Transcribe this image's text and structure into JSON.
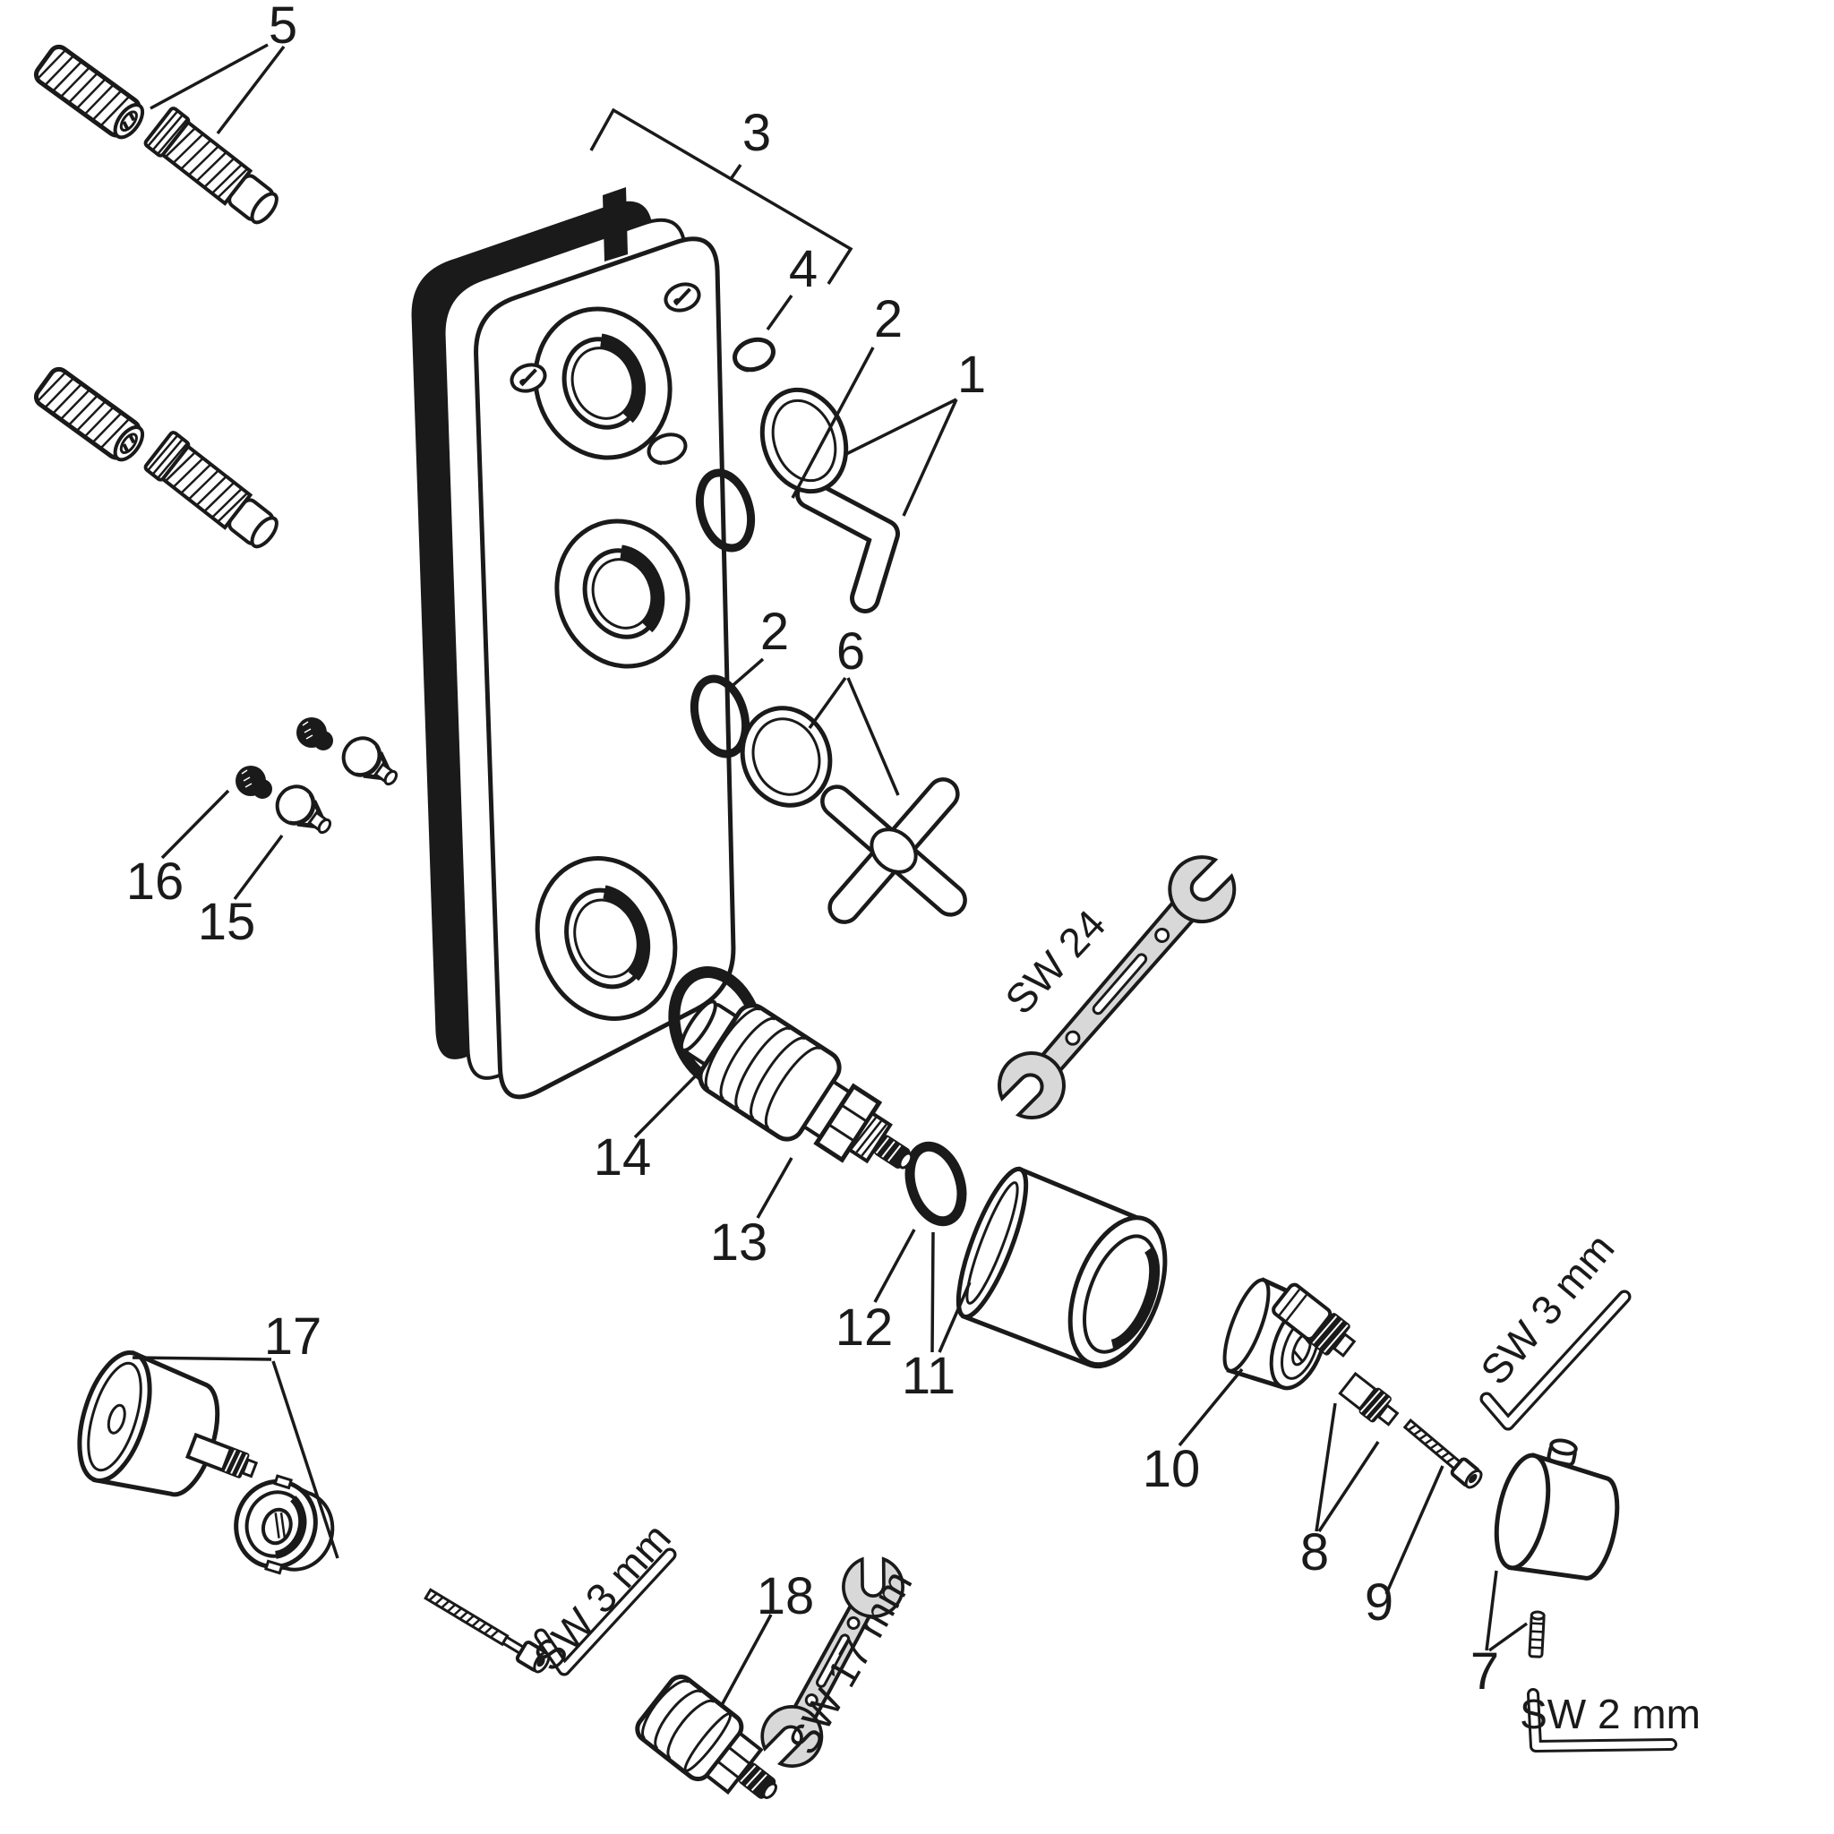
{
  "diagram": {
    "kind": "exploded-parts-line-drawing",
    "background": "#ffffff",
    "colors": {
      "line": "#1a1a1a",
      "tool_fill": "#d8d8d8"
    }
  },
  "part_labels": [
    {
      "text": "1"
    },
    {
      "text": "2"
    },
    {
      "text": "2"
    },
    {
      "text": "3"
    },
    {
      "text": "4"
    },
    {
      "text": "5"
    },
    {
      "text": "6"
    },
    {
      "text": "7"
    },
    {
      "text": "8"
    },
    {
      "text": "9"
    },
    {
      "text": "10"
    },
    {
      "text": "11"
    },
    {
      "text": "12"
    },
    {
      "text": "13"
    },
    {
      "text": "14"
    },
    {
      "text": "15"
    },
    {
      "text": "16"
    },
    {
      "text": "17"
    },
    {
      "text": "18"
    }
  ],
  "tool_labels": [
    {
      "text": "SW 24"
    },
    {
      "text": "SW 3 mm"
    },
    {
      "text": "SW 3 mm"
    },
    {
      "text": "SW 17 mm"
    },
    {
      "text": "SW 2 mm"
    }
  ]
}
